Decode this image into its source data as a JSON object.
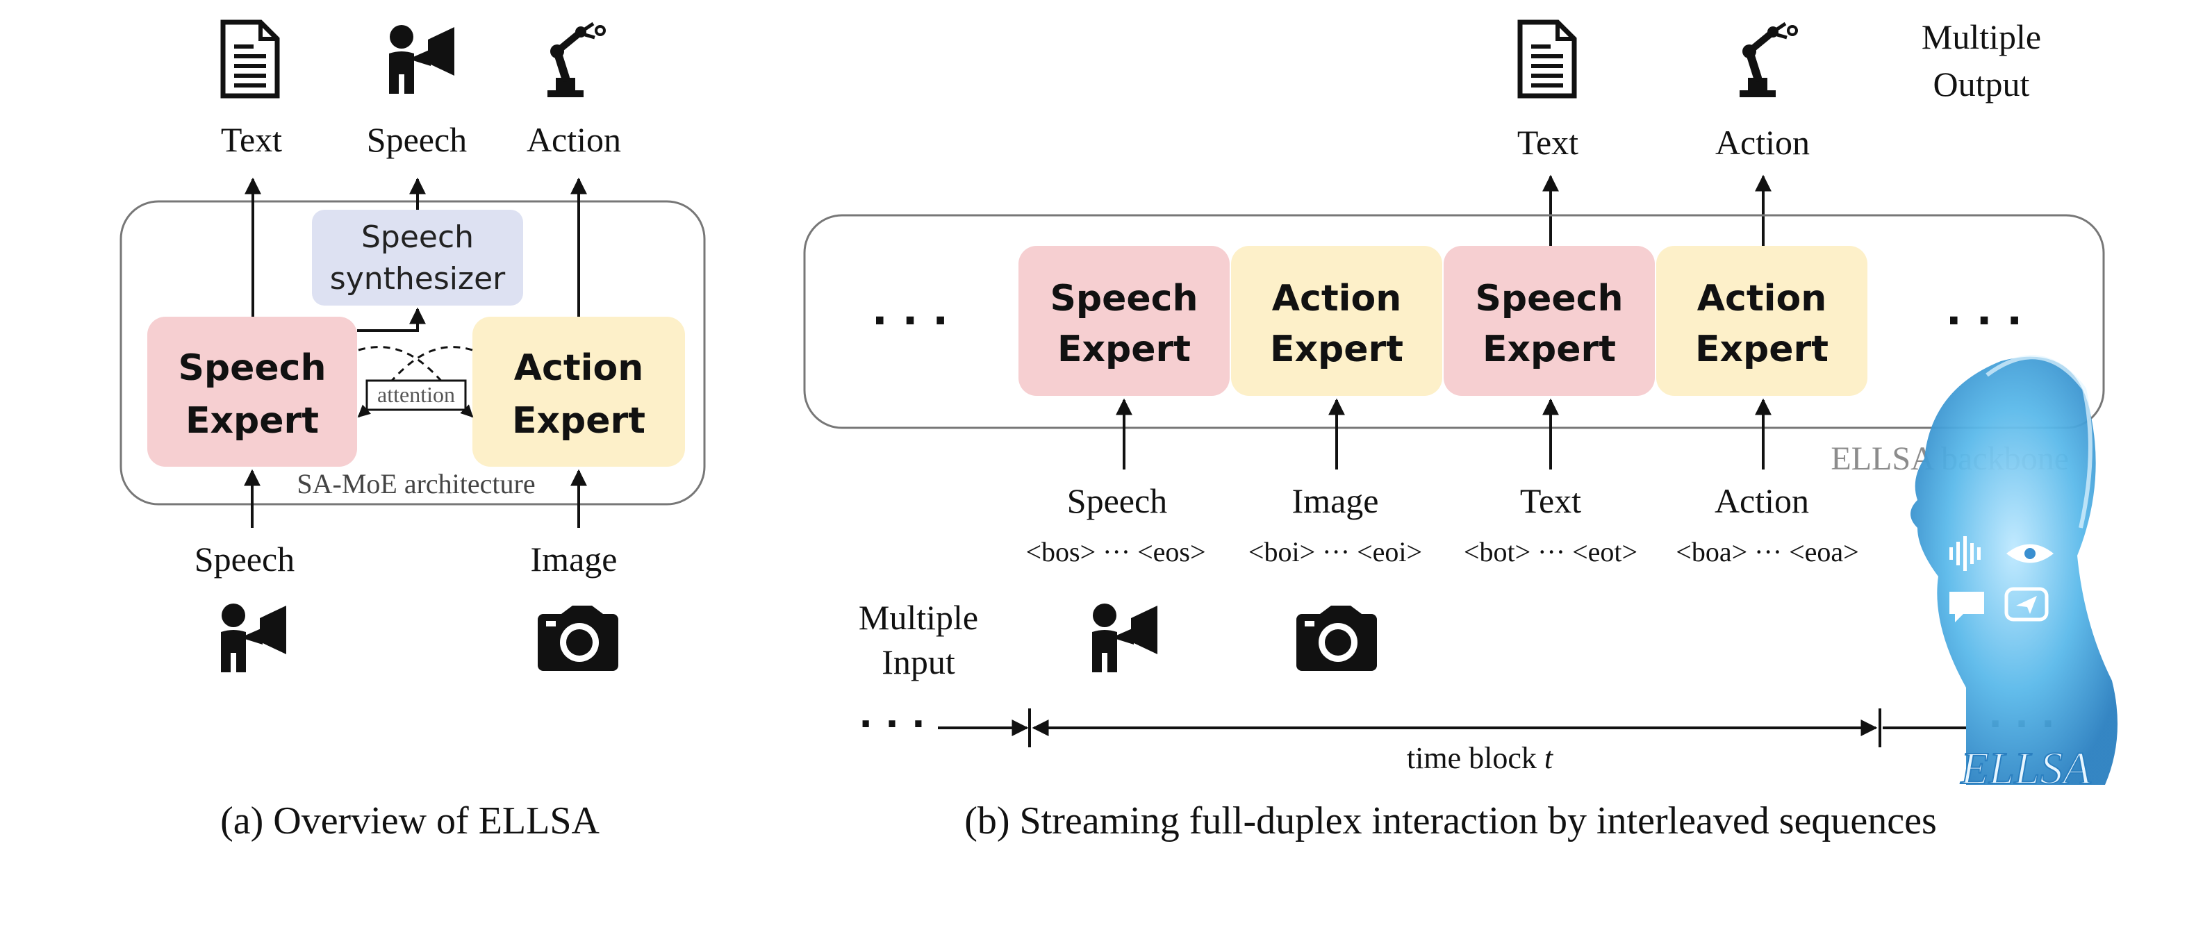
{
  "colors": {
    "speech_expert": "#f6cfd1",
    "action_expert": "#fdf0c9",
    "synthesizer": "#dde1f2",
    "frame": "#777777",
    "backbone_label": "#8c8c8c",
    "ellsa_glow": "#4fb3e6"
  },
  "panel_a": {
    "outputs": [
      "Text",
      "Speech",
      "Action"
    ],
    "output_icons": [
      "document-icon",
      "speaker-icon",
      "robot-arm-icon"
    ],
    "synthesizer": [
      "Speech",
      "synthesizer"
    ],
    "speech_expert": [
      "Speech",
      "Expert"
    ],
    "action_expert": [
      "Action",
      "Expert"
    ],
    "attention": "attention",
    "architecture": "SA-MoE architecture",
    "inputs": [
      "Speech",
      "Image"
    ],
    "input_icons": [
      "speaker-icon",
      "camera-icon"
    ],
    "caption": "(a) Overview of ELLSA"
  },
  "panel_b": {
    "multiple_output": [
      "Multiple",
      "Output"
    ],
    "outputs": [
      "Text",
      "Action"
    ],
    "experts": [
      {
        "line1": "Speech",
        "line2": "Expert",
        "kind": "speech"
      },
      {
        "line1": "Action",
        "line2": "Expert",
        "kind": "action"
      },
      {
        "line1": "Speech",
        "line2": "Expert",
        "kind": "speech"
      },
      {
        "line1": "Action",
        "line2": "Expert",
        "kind": "action"
      }
    ],
    "ellipsis": "· · ·",
    "backbone_label": "ELLSA backbone",
    "inputs": [
      "Speech",
      "Image",
      "Text",
      "Action"
    ],
    "tokens": [
      "<bos> ··· <eos>",
      "<boi> ··· <eoi>",
      "<bot> ··· <eot>",
      "<boa> ··· <eoa>"
    ],
    "multiple_input": [
      "Multiple",
      "Input"
    ],
    "time_block": "time block",
    "time_var": "t",
    "caption": "(b) Streaming full-duplex interaction by interleaved sequences"
  },
  "logo": "ELLSA"
}
